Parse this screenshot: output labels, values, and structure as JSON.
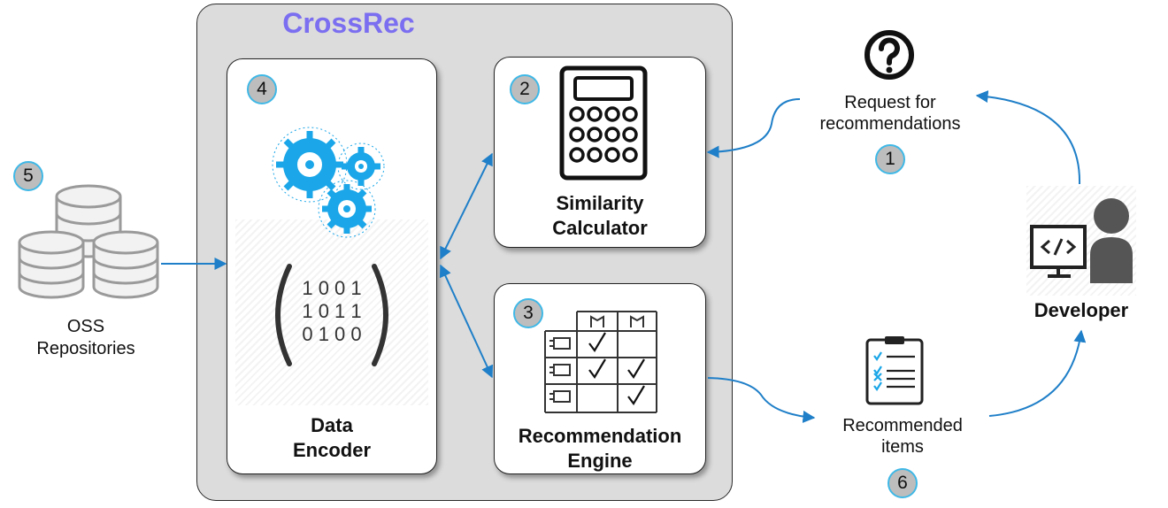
{
  "title": "CrossRec",
  "colors": {
    "accent_title": "#7b6ef0",
    "arrow": "#1f7fc8",
    "badge_ring": "#3fb8e6",
    "frame_bg": "#dcdcdc",
    "gear": "#1aa6e8"
  },
  "steps": {
    "request": {
      "number": "1",
      "label_line1": "Request for",
      "label_line2": "recommendations",
      "icon": "question-mark-icon"
    },
    "similarity": {
      "number": "2",
      "label_line1": "Similarity",
      "label_line2": "Calculator",
      "icon": "calculator-icon"
    },
    "engine": {
      "number": "3",
      "label_line1": "Recommendation",
      "label_line2": "Engine",
      "icon": "recommendation-matrix-icon"
    },
    "encoder": {
      "number": "4",
      "label_line1": "Data",
      "label_line2": "Encoder",
      "icon": "gears-icon",
      "binary_rows": [
        "1 0 0 1",
        "1 0 1 1",
        "0 1 0 0"
      ]
    },
    "repositories": {
      "number": "5",
      "label_line1": "OSS",
      "label_line2": "Repositories",
      "icon": "database-icon"
    },
    "recommended": {
      "number": "6",
      "label_line1": "Recommended",
      "label_line2": "items",
      "icon": "checklist-icon"
    }
  },
  "developer": {
    "label": "Developer",
    "icon": "developer-icon"
  }
}
